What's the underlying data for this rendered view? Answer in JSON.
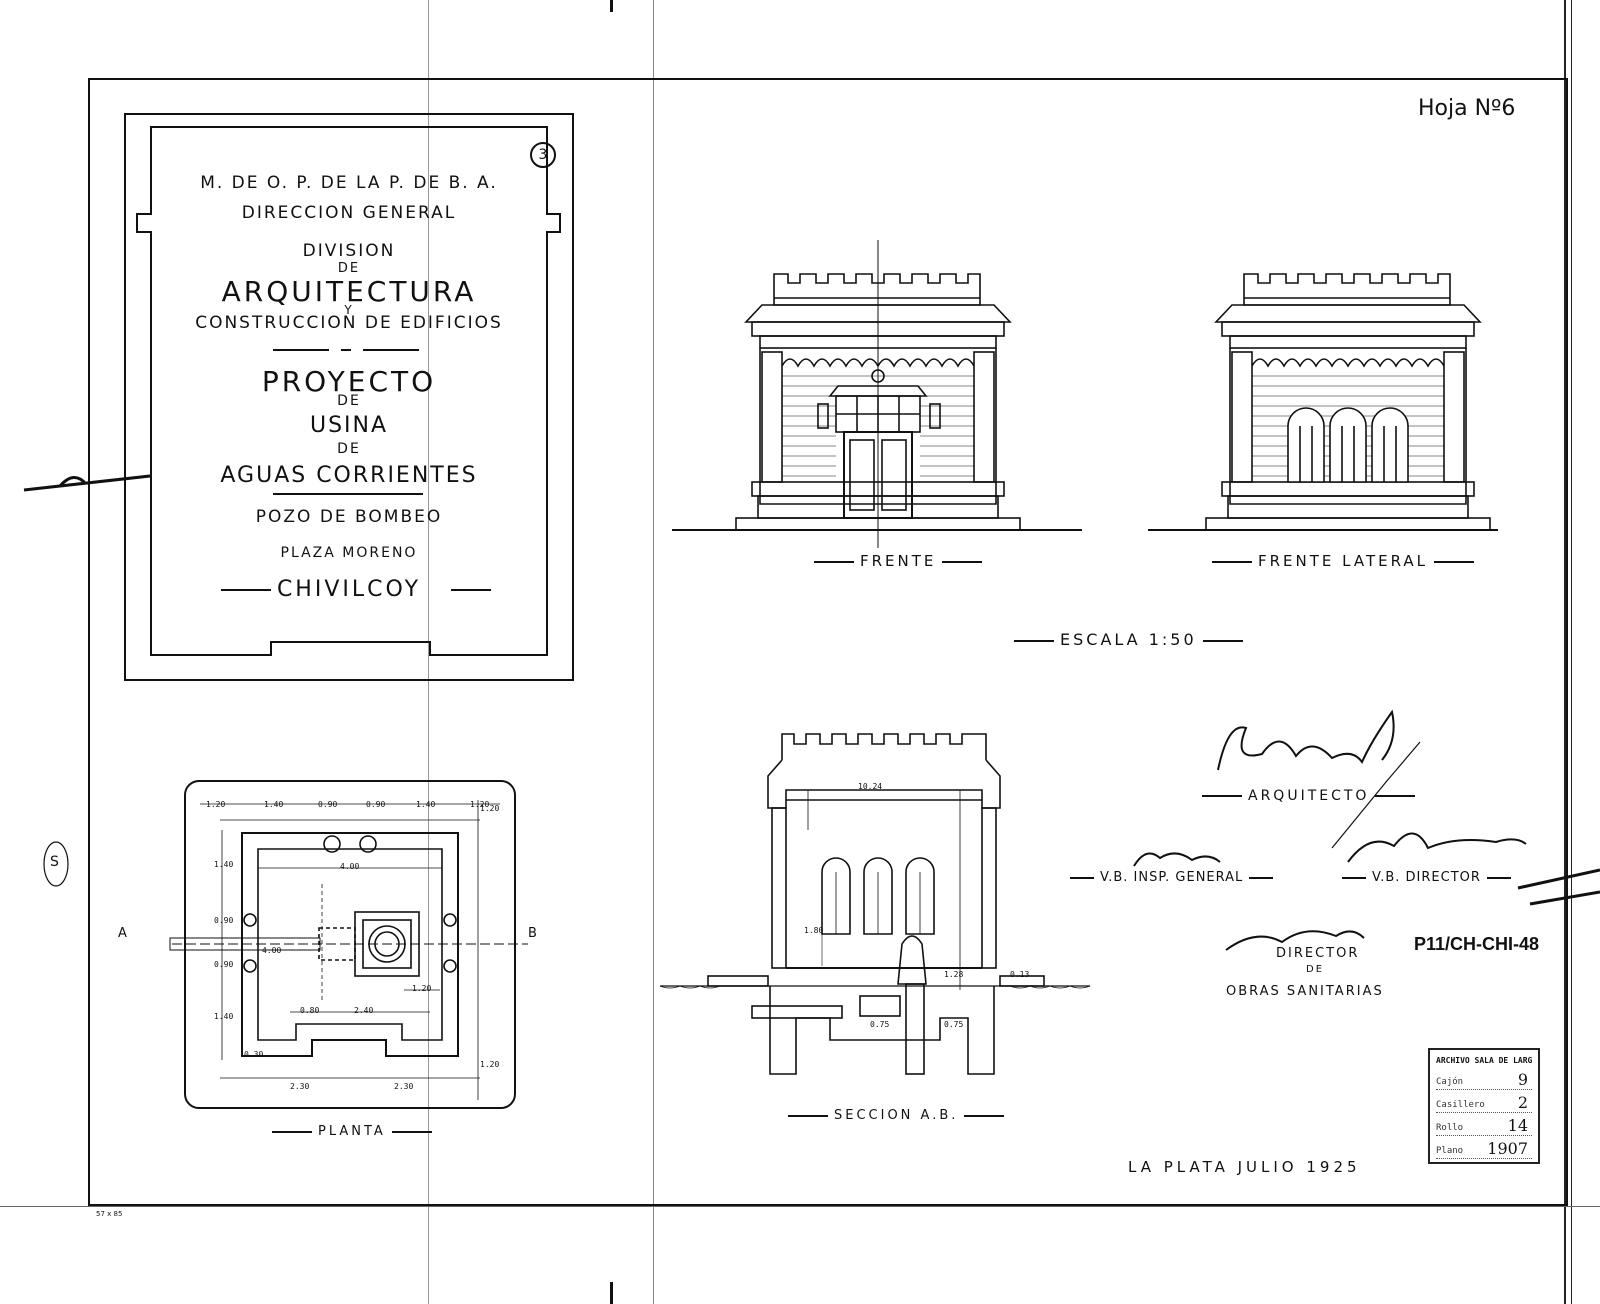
{
  "sheet": {
    "sheet_number": "Hoja Nº6",
    "plate_number": "3",
    "code": "P11/CH-CHI-48",
    "date_place": "LA PLATA JULIO 1925",
    "scale": "ESCALA 1:50"
  },
  "title_block": {
    "line1": "M. DE O. P. DE LA P. DE B. A.",
    "line2": "DIRECCION GENERAL",
    "line3": "DIVISION",
    "line4": "DE",
    "line5": "ARQUITECTURA",
    "line6": "Y",
    "line7": "CONSTRUCCION DE EDIFICIOS",
    "line8": "PROYECTO",
    "line9": "DE",
    "line10": "USINA",
    "line11": "DE",
    "line12": "AGUAS CORRIENTES",
    "line13": "POZO DE BOMBEO",
    "line14": "PLAZA MORENO",
    "line15": "CHIVILCOY"
  },
  "views": {
    "front": "FRENTE",
    "side": "FRENTE LATERAL",
    "plan": "PLANTA",
    "section": "SECCION A.B.",
    "section_a": "A",
    "section_b": "B"
  },
  "plan_dims": {
    "top": [
      "1.20",
      "1.40",
      "0.90",
      "0.90",
      "1.40",
      "1.20"
    ],
    "bottom": [
      "2.30",
      "2.30"
    ],
    "left": [
      "1.40",
      "0.90",
      "0.90",
      "1.40"
    ],
    "right": [
      "1.20",
      "1.20"
    ],
    "inner_width": "4.00",
    "inner_height": "4.00",
    "inner_2": "2.40",
    "inner_3": "1.20",
    "inner_4": "0.80",
    "wall": "0.30"
  },
  "section_dims": {
    "beam": "10.24",
    "height": "1.80",
    "d1": "1.28",
    "d2": "0.75",
    "d3": "0.75",
    "d4": "0.13"
  },
  "signatures": {
    "architect_title": "ARQUITECTO",
    "inspector_title": "V.B. INSP. GENERAL",
    "director_title": "V.B. DIRECTOR",
    "director_works_title1": "DIRECTOR",
    "director_works_title2": "DE",
    "director_works_title3": "OBRAS SANITARIAS"
  },
  "archive_stamp": {
    "header": "ARCHIVO SALA DE LARGO",
    "rows": [
      {
        "key": "Cajón",
        "value": "9"
      },
      {
        "key": "Casillero",
        "value": "2"
      },
      {
        "key": "Rollo",
        "value": "14"
      },
      {
        "key": "Plano",
        "value": "1907"
      }
    ]
  },
  "margin_note": "S",
  "corner_note": "57 x 85"
}
